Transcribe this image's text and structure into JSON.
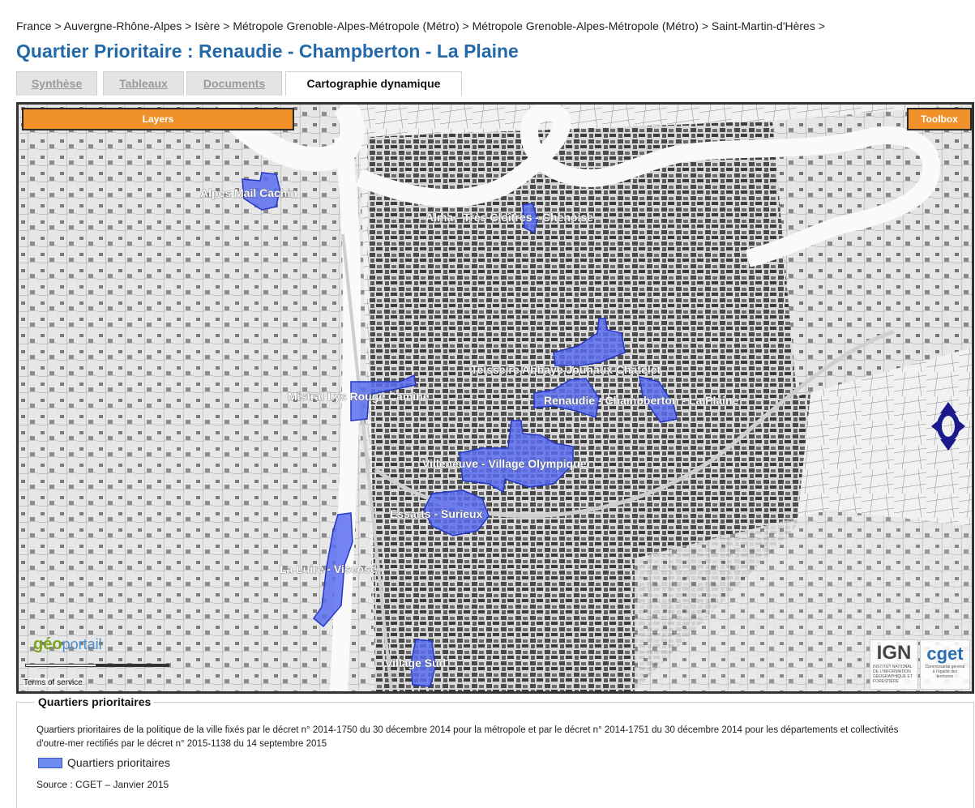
{
  "breadcrumb": "France > Auvergne-Rhône-Alpes > Isère > Métropole Grenoble-Alpes-Métropole (Métro) > Métropole Grenoble-Alpes-Métropole (Métro) > Saint-Martin-d'Hères >",
  "page_title": "Quartier Prioritaire : Renaudie - Champberton - La Plaine",
  "tabs": [
    {
      "label": "Synthèse",
      "active": false
    },
    {
      "label": "Tableaux",
      "active": false
    },
    {
      "label": "Documents",
      "active": false
    },
    {
      "label": "Cartographie dynamique",
      "active": true
    }
  ],
  "map": {
    "layers_label": "Layers",
    "toolbox_label": "Toolbox",
    "terms_label": "Terms of service",
    "logo_geoportail": {
      "geo": "géo",
      "portail": "portail"
    },
    "logo_ign": {
      "name": "IGN",
      "subtitle": "INSTITUT NATIONAL DE L'INFORMATION GÉOGRAPHIQUE ET FORESTIÈRE"
    },
    "logo_cget": {
      "name": "cget",
      "subtitle": "Commissariat général à l'égalité des territoires"
    },
    "districts": [
      {
        "label": "Alpes Mail Cachin"
      },
      {
        "label": "Alma - Très Cloîtres - Chenoise"
      },
      {
        "label": "Teisseire Abbaye Jouhaux Châtelet"
      },
      {
        "label": "Mistral Lys Rouge Camine"
      },
      {
        "label": "Renaudie - Champberton - La Plaine"
      },
      {
        "label": "Villeneuve - Village Olympique"
      },
      {
        "label": "Essarts - Surieux"
      },
      {
        "label": "La Luire - Viscose"
      },
      {
        "label": "Village Sud"
      }
    ],
    "colors": {
      "district_fill": "#5a6ef0",
      "district_stroke": "#2436c4",
      "button": "#f0912a",
      "pan": "#1a1a8c"
    },
    "icons": {
      "pan": "pan-arrows-icon"
    }
  },
  "legend": {
    "title": "Quartiers prioritaires",
    "description": "Quartiers prioritaires de la politique de la ville fixés par le décret n° 2014-1750 du 30 décembre 2014 pour la métropole et par le décret n° 2014-1751 du 30 décembre 2014 pour les départements et collectivités d'outre-mer rectifiés par le décret n° 2015-1138 du 14 septembre 2015",
    "item_label": "Quartiers prioritaires",
    "source": "Source : CGET – Janvier 2015"
  }
}
